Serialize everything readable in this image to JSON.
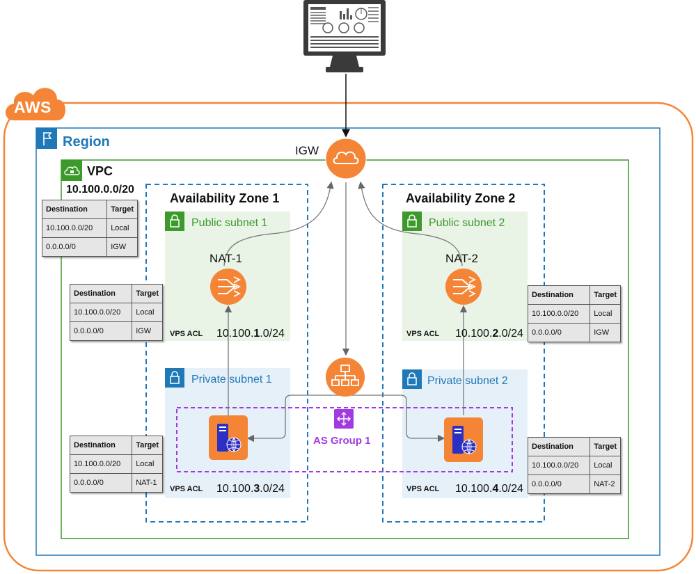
{
  "aws": {
    "label": "AWS"
  },
  "region": {
    "label": "Region"
  },
  "vpc": {
    "label": "VPC",
    "cidr": "10.100.0.0/20"
  },
  "igw": {
    "label": "IGW"
  },
  "zones": [
    {
      "title": "Availability Zone 1",
      "public_subnet": "Public subnet 1",
      "private_subnet": "Private subnet 1",
      "nat": "NAT-1",
      "acl_public": "VPS ACL",
      "acl_private": "VPS ACL",
      "public_cidr": {
        "pre": "10.100.",
        "bold": "1",
        "post": ".0/24"
      },
      "private_cidr": {
        "pre": "10.100.",
        "bold": "3",
        "post": ".0/24"
      }
    },
    {
      "title": "Availability Zone 2",
      "public_subnet": "Public subnet 2",
      "private_subnet": "Private subnet 2",
      "nat": "NAT-2",
      "acl_public": "VPS ACL",
      "acl_private": "VPS ACL",
      "public_cidr": {
        "pre": "10.100.",
        "bold": "2",
        "post": ".0/24"
      },
      "private_cidr": {
        "pre": "10.100.",
        "bold": "4",
        "post": ".0/24"
      }
    }
  ],
  "as_group": {
    "label": "AS Group 1"
  },
  "route_tables": {
    "vpc_main": {
      "headers": [
        "Destination",
        "Target"
      ],
      "rows": [
        [
          "10.100.0.0/20",
          "Local"
        ],
        [
          "0.0.0.0/0",
          "IGW"
        ]
      ]
    },
    "public_1": {
      "headers": [
        "Destination",
        "Target"
      ],
      "rows": [
        [
          "10.100.0.0/20",
          "Local"
        ],
        [
          "0.0.0.0/0",
          "IGW"
        ]
      ]
    },
    "private_1": {
      "headers": [
        "Destination",
        "Target"
      ],
      "rows": [
        [
          "10.100.0.0/20",
          "Local"
        ],
        [
          "0.0.0.0/0",
          "NAT-1"
        ]
      ]
    },
    "public_2": {
      "headers": [
        "Destination",
        "Target"
      ],
      "rows": [
        [
          "10.100.0.0/20",
          "Local"
        ],
        [
          "0.0.0.0/0",
          "IGW"
        ]
      ]
    },
    "private_2": {
      "headers": [
        "Destination",
        "Target"
      ],
      "rows": [
        [
          "10.100.0.0/20",
          "Local"
        ],
        [
          "0.0.0.0/0",
          "NAT-2"
        ]
      ]
    }
  },
  "colors": {
    "aws_orange": "#f58536",
    "region_blue": "#1f78b8",
    "vpc_green": "#3c9a2c",
    "public_fill": "#e9f3e6",
    "private_fill": "#e6f0f8",
    "asg_purple": "#a13be0"
  }
}
